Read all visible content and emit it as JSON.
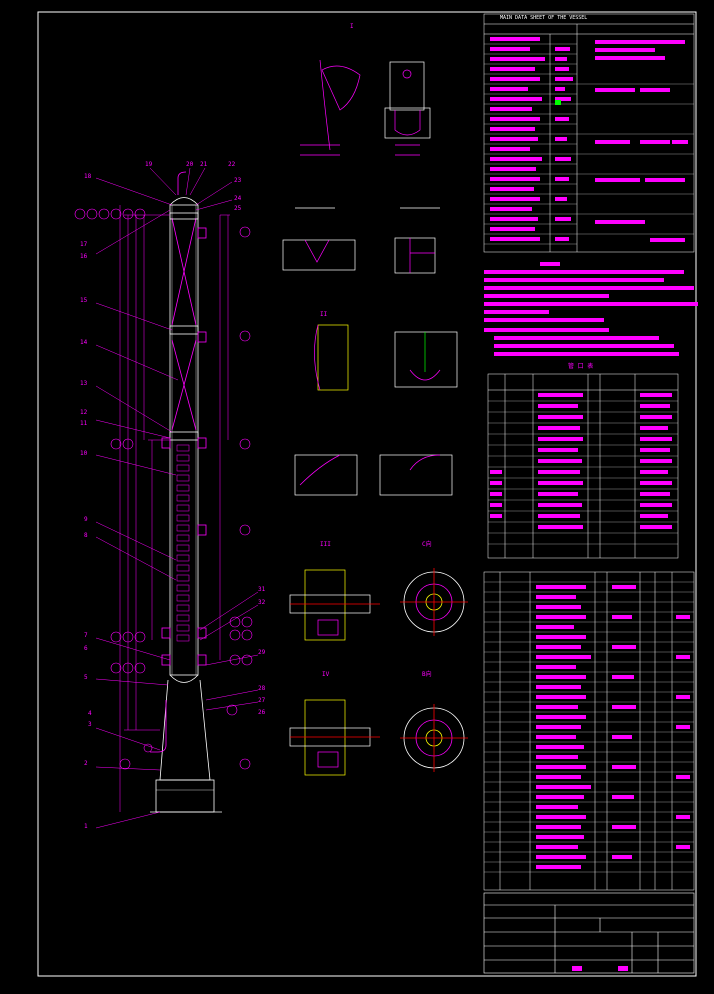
{
  "drawing": {
    "title_block_header": "MAIN DATA SHEET OF THE VESSEL ",
    "section_labels": {
      "detail_I": "I",
      "detail_II": "II",
      "detail_III": "III",
      "detail_IV": "IV",
      "view_C": "C向",
      "view_B": "B向"
    },
    "nozzle_table_title": "管 口 表",
    "part_numbers_left": [
      "18",
      "19",
      "20",
      "21",
      "22",
      "23",
      "24",
      "25",
      "17",
      "16",
      "15",
      "14",
      "13",
      "12",
      "11",
      "10",
      "9",
      "8",
      "7",
      "6",
      "5",
      "4",
      "3",
      "2",
      "1"
    ],
    "part_numbers_right": [
      "31",
      "32",
      "29",
      "28",
      "27",
      "26"
    ]
  },
  "colors": {
    "background": "#000000",
    "line_main": "#ff00ff",
    "line_white": "#ffffff",
    "line_yellow": "#ffff00",
    "line_red": "#ff0000",
    "line_cyan": "#00ffff",
    "line_green": "#00ff00"
  }
}
